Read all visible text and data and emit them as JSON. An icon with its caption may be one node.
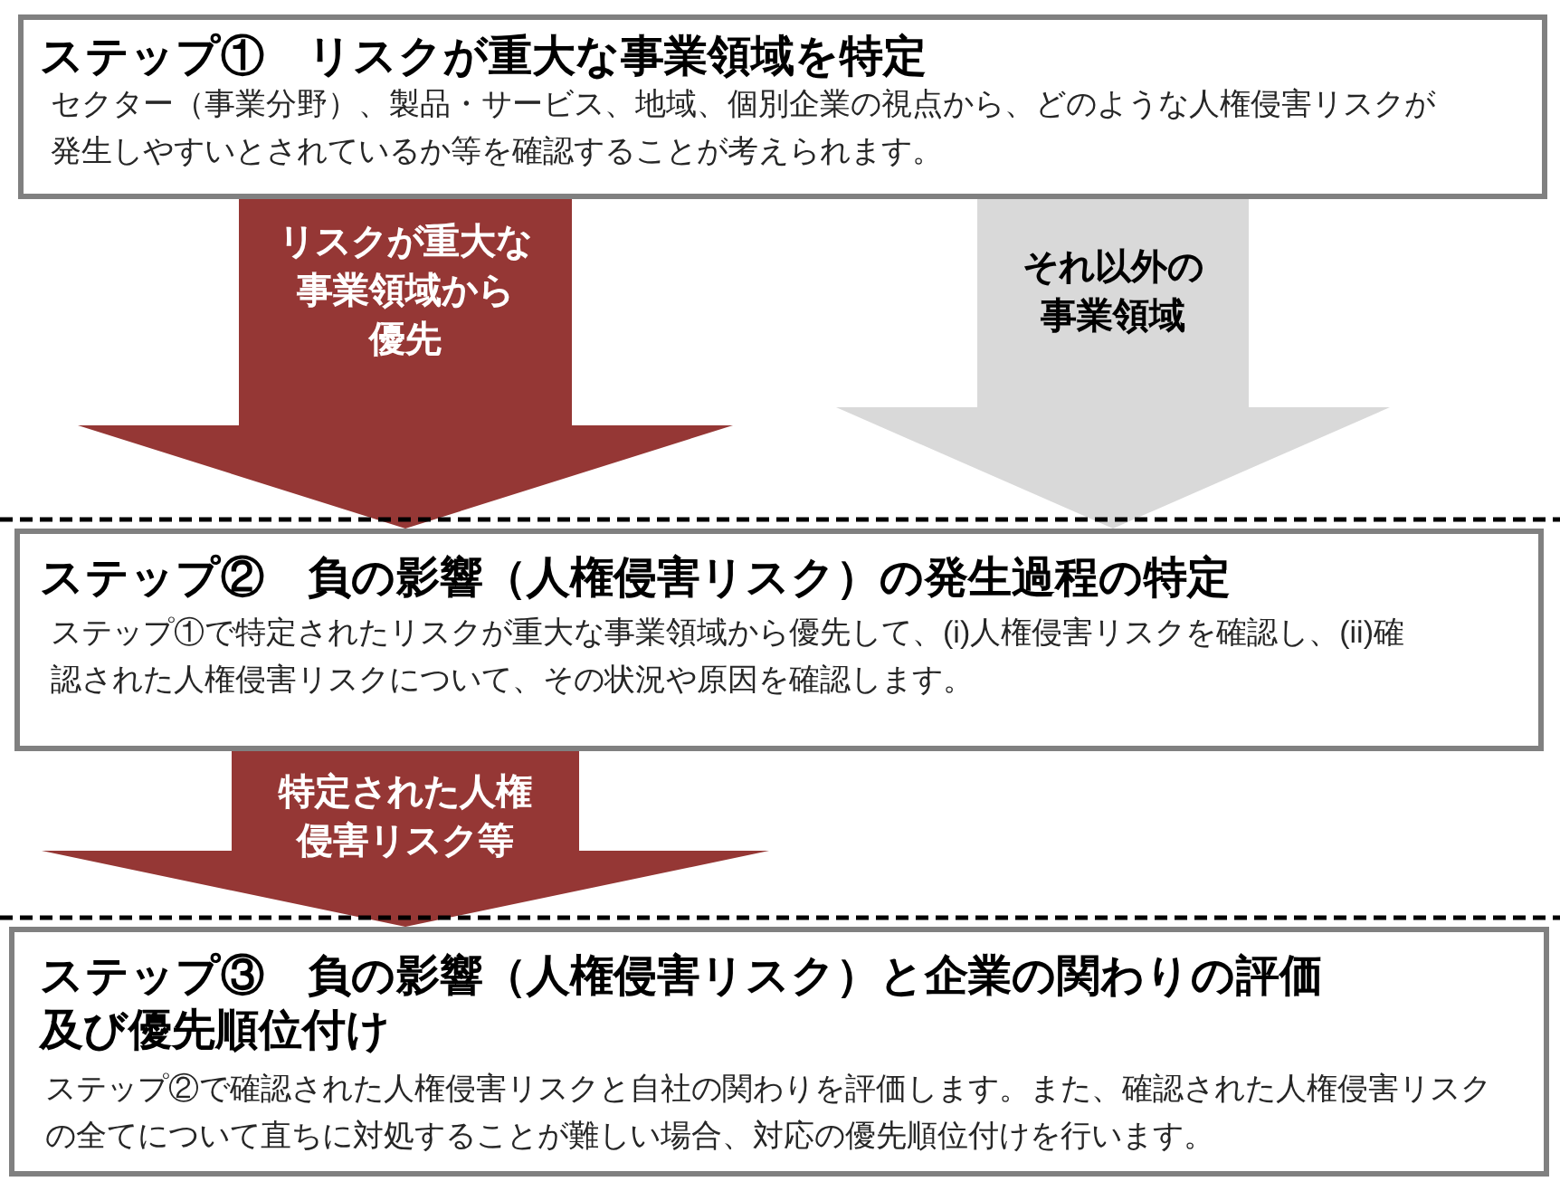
{
  "diagram": {
    "nodes": [
      {
        "text": [
          "ステップ①　リスクが重大な事業領域を特定",
          "セクター（事業分野）、製品・サービス、地域、個別企業の視点から、どのような人権侵害リスクが発生しやすいとされているか等を確認することが考えられます。"
        ]
      },
      {
        "text": [
          "ステップ②　負の影響（人権侵害リスク）の発生過程の特定",
          "ステップ①で特定されたリスクが重大な事業領域から優先して、(i)人権侵害リスクを確認し、(ii)確認された人権侵害リスクについて、その状況や原因を確認します。"
        ]
      },
      {
        "text": [
          "ステップ③　負の影響（人権侵害リスク）と企業の関わりの評価及び優先順位付け",
          "ステップ②で確認された人権侵害リスクと自社の関わりを評価します。また、確認された人権侵害リスクの全てについて直ちに対処することが難しい場合、対応の優先順位付けを行います。"
        ]
      }
    ],
    "edges": [
      {
        "from": 0,
        "to": 1,
        "arrow": "to",
        "label": "リスクが重大な事業領域から優先"
      },
      {
        "from": 0,
        "to": 1,
        "arrow": "to",
        "label": "それ以外の事業領域",
        "color": "#d9d9d9"
      },
      {
        "from": 1,
        "to": 2,
        "arrow": "to",
        "label": "特定された人権侵害リスク等"
      }
    ]
  }
}
